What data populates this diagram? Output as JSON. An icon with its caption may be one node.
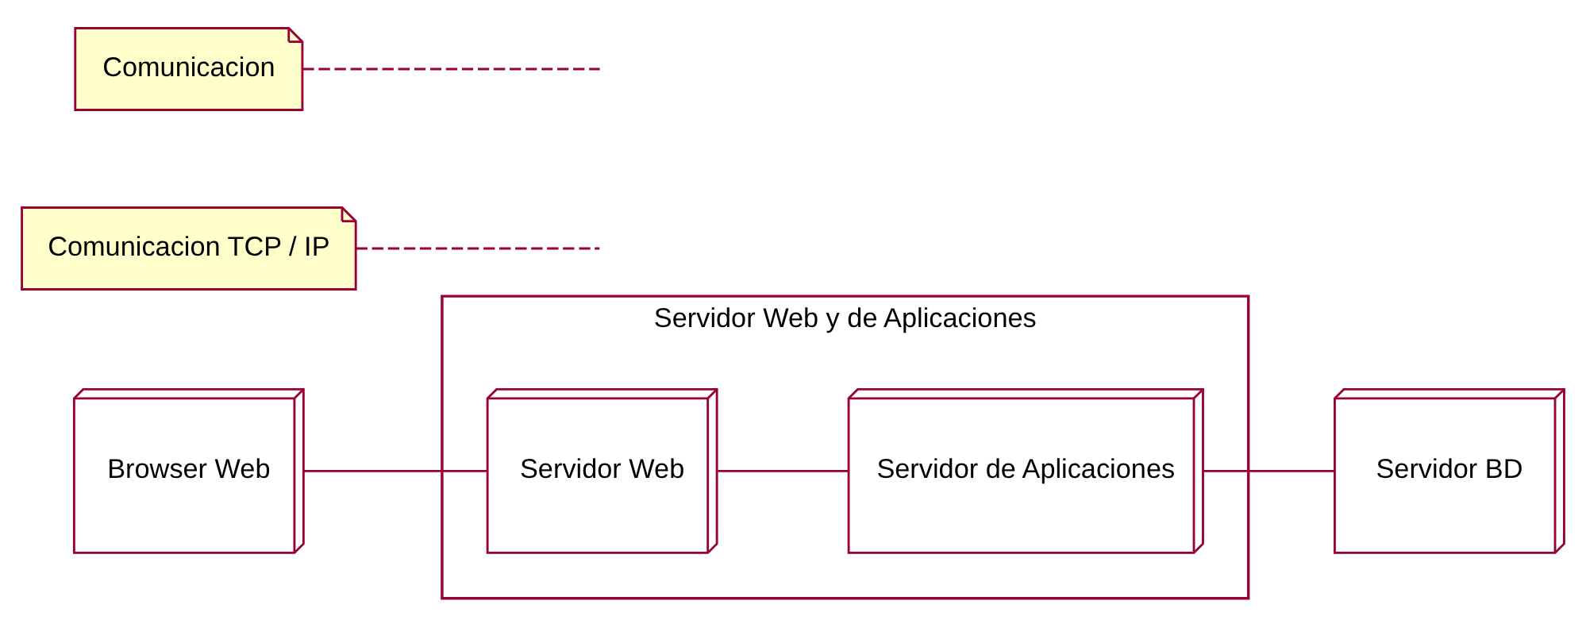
{
  "diagram": {
    "nodes": [
      {
        "text": [
          "Servidor Web y de Aplicaciones"
        ]
      },
      {
        "text": [
          "Comunicacion TCP / IP"
        ]
      },
      {
        "text": [
          "Servidor Web"
        ],
        "in": 0
      },
      {
        "text": [
          "Servidor de Aplicaciones"
        ],
        "in": 0
      },
      {
        "text": [
          "Servidor BD"
        ]
      },
      {
        "text": [
          "Browser Web"
        ]
      },
      {
        "text": [
          "Comunicacion"
        ]
      }
    ],
    "edges": [
      {
        "from": 5,
        "to": 2,
        "arrow": "none"
      },
      {
        "from": 2,
        "to": 3,
        "arrow": "none"
      },
      {
        "from": 3,
        "to": 4,
        "arrow": "none"
      },
      {
        "from": 1,
        "to": null,
        "arrow": "none",
        "style": "dashed"
      },
      {
        "from": 6,
        "to": null,
        "arrow": "none",
        "style": "dashed"
      }
    ]
  }
}
